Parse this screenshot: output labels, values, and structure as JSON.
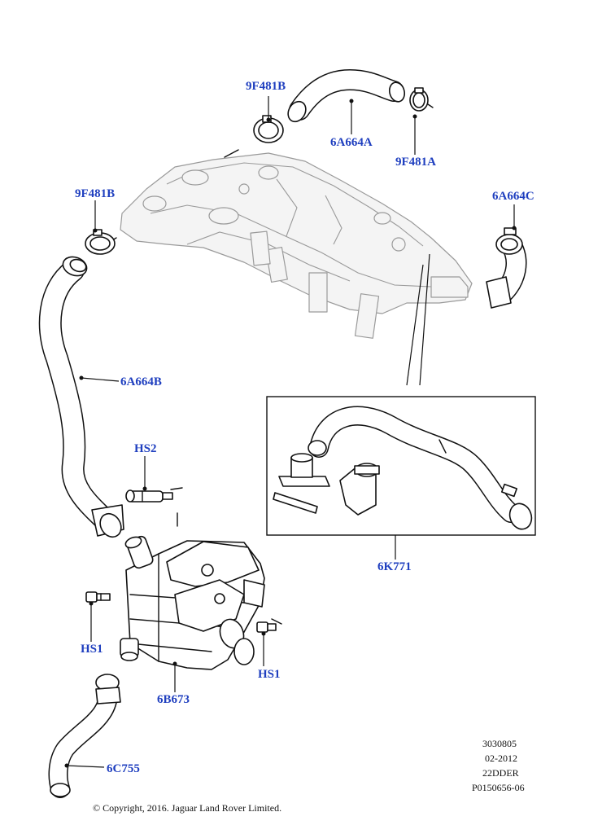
{
  "callouts": {
    "clamp_9f481b_top": "9F481B",
    "hose_6a664a": "6A664A",
    "clamp_9f481a": "9F481A",
    "clamp_9f481b_left": "9F481B",
    "hose_6a664c": "6A664C",
    "hose_6a664b": "6A664B",
    "sensor_hs2": "HS2",
    "bolt_hs1_left": "HS1",
    "bolt_hs1_right": "HS1",
    "kit_6k771": "6K771",
    "cooler_6b673": "6B673",
    "hose_6c755": "6C755"
  },
  "reference": {
    "line1": "3030805",
    "line2": "02-2012",
    "line3": "22DDER",
    "line4": "P0150656-06"
  },
  "copyright": "© Copyright, 2016. Jaguar Land Rover Limited.",
  "colors": {
    "callout_text": "#1f3fbf",
    "line_art": "#111111",
    "ghost_part": "#9a9a9a",
    "background": "#ffffff"
  }
}
